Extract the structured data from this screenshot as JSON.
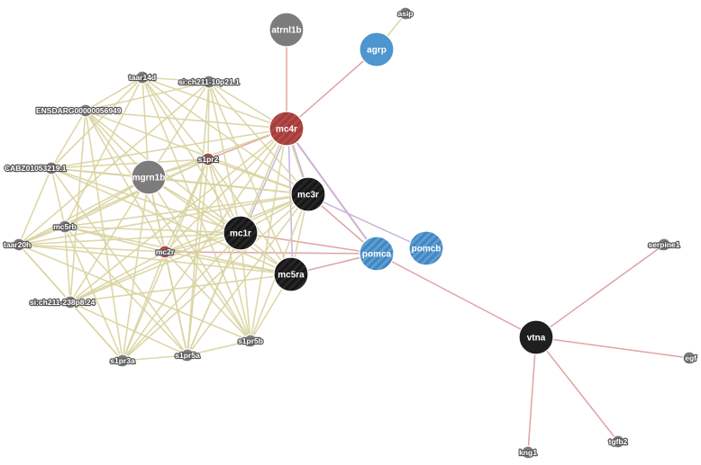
{
  "colors": {
    "gray": "#7c7c7c",
    "red": "#b34a47",
    "black": "#1f1f1f",
    "blue": "#4f95cf",
    "edge_coexpression": "#d9d3a0",
    "edge_physical": "#e0a3a3",
    "edge_pathway": "#c6b4dc"
  },
  "nodes": [
    {
      "id": "atrnl1b",
      "label": "atrnl1b",
      "color": "gray",
      "size": "large",
      "striped": false
    },
    {
      "id": "asip",
      "label": "asip",
      "color": "gray",
      "size": "small",
      "striped": false
    },
    {
      "id": "agrp",
      "label": "agrp",
      "color": "blue",
      "size": "large",
      "striped": false
    },
    {
      "id": "taar14d",
      "label": "taar14d",
      "color": "gray",
      "size": "small",
      "striped": false
    },
    {
      "id": "si-ch211-10p21.1",
      "label": "si:ch211-10p21.1",
      "color": "gray",
      "size": "small",
      "striped": false
    },
    {
      "id": "ENSDARG00000056949",
      "label": "ENSDARG00000056949",
      "color": "gray",
      "size": "small",
      "striped": false
    },
    {
      "id": "mc4r",
      "label": "mc4r",
      "color": "red",
      "size": "large",
      "striped": true
    },
    {
      "id": "CABZ01053219.1",
      "label": "CABZ01053219.1",
      "color": "gray",
      "size": "small",
      "striped": false
    },
    {
      "id": "s1pr2",
      "label": "s1pr2",
      "color": "red",
      "size": "small",
      "striped": false
    },
    {
      "id": "mgrn1b",
      "label": "mgrn1b",
      "color": "gray",
      "size": "large",
      "striped": false
    },
    {
      "id": "mc3r",
      "label": "mc3r",
      "color": "black",
      "size": "large",
      "striped": true
    },
    {
      "id": "mc5rb",
      "label": "mc5rb",
      "color": "gray",
      "size": "small",
      "striped": false
    },
    {
      "id": "mc1r",
      "label": "mc1r",
      "color": "black",
      "size": "large",
      "striped": true
    },
    {
      "id": "taar20h",
      "label": "taar20h",
      "color": "gray",
      "size": "small",
      "striped": false
    },
    {
      "id": "mc2r",
      "label": "mc2r",
      "color": "red",
      "size": "small",
      "striped": false
    },
    {
      "id": "pomca",
      "label": "pomca",
      "color": "blue",
      "size": "large",
      "striped": true
    },
    {
      "id": "pomcb",
      "label": "pomcb",
      "color": "blue",
      "size": "large",
      "striped": true
    },
    {
      "id": "mc5ra",
      "label": "mc5ra",
      "color": "black",
      "size": "large",
      "striped": true
    },
    {
      "id": "si-ch211-238p8.24",
      "label": "si:ch211-238p8.24",
      "color": "gray",
      "size": "small",
      "striped": false
    },
    {
      "id": "s1pr3a",
      "label": "s1pr3a",
      "color": "gray",
      "size": "small",
      "striped": false
    },
    {
      "id": "s1pr5a",
      "label": "s1pr5a",
      "color": "gray",
      "size": "small",
      "striped": false
    },
    {
      "id": "s1pr5b",
      "label": "s1pr5b",
      "color": "gray",
      "size": "small",
      "striped": false
    },
    {
      "id": "serpine1",
      "label": "serpine1",
      "color": "gray",
      "size": "small",
      "striped": false
    },
    {
      "id": "vtna",
      "label": "vtna",
      "color": "black",
      "size": "large",
      "striped": false
    },
    {
      "id": "egf",
      "label": "egf",
      "color": "gray",
      "size": "small",
      "striped": false
    },
    {
      "id": "kng1",
      "label": "kng1",
      "color": "gray",
      "size": "small",
      "striped": false
    },
    {
      "id": "tgfb2",
      "label": "tgfb2",
      "color": "gray",
      "size": "small",
      "striped": false
    }
  ],
  "edges": [
    {
      "source": "asip",
      "target": "agrp",
      "type": "coexpression"
    },
    {
      "source": "agrp",
      "target": "mc4r",
      "type": "physical"
    },
    {
      "source": "atrnl1b",
      "target": "mc4r",
      "type": "physical"
    },
    {
      "source": "mc4r",
      "target": "pomca",
      "type": "physical"
    },
    {
      "source": "mc4r",
      "target": "pomca",
      "type": "pathway"
    },
    {
      "source": "mc3r",
      "target": "pomca",
      "type": "physical"
    },
    {
      "source": "mc1r",
      "target": "pomca",
      "type": "physical"
    },
    {
      "source": "mc5ra",
      "target": "pomca",
      "type": "physical"
    },
    {
      "source": "mc2r",
      "target": "pomca",
      "type": "physical"
    },
    {
      "source": "mc4r",
      "target": "mc5ra",
      "type": "pathway"
    },
    {
      "source": "mc4r",
      "target": "mc1r",
      "type": "pathway"
    },
    {
      "source": "mc4r",
      "target": "mc3r",
      "type": "pathway"
    },
    {
      "source": "s1pr2",
      "target": "mc4r",
      "type": "physical"
    },
    {
      "source": "mc3r",
      "target": "pomcb",
      "type": "pathway"
    },
    {
      "source": "pomca",
      "target": "vtna",
      "type": "physical"
    },
    {
      "source": "vtna",
      "target": "serpine1",
      "type": "physical"
    },
    {
      "source": "vtna",
      "target": "egf",
      "type": "physical"
    },
    {
      "source": "vtna",
      "target": "kng1",
      "type": "physical"
    },
    {
      "source": "vtna",
      "target": "tgfb2",
      "type": "physical"
    },
    {
      "source": "taar14d",
      "target": "si-ch211-10p21.1",
      "type": "coexpression"
    },
    {
      "source": "taar14d",
      "target": "ENSDARG00000056949",
      "type": "coexpression"
    },
    {
      "source": "taar14d",
      "target": "mc4r",
      "type": "coexpression"
    },
    {
      "source": "taar14d",
      "target": "mgrn1b",
      "type": "coexpression"
    },
    {
      "source": "taar14d",
      "target": "mc1r",
      "type": "coexpression"
    },
    {
      "source": "taar14d",
      "target": "mc3r",
      "type": "coexpression"
    },
    {
      "source": "taar14d",
      "target": "s1pr2",
      "type": "coexpression"
    },
    {
      "source": "taar14d",
      "target": "CABZ01053219.1",
      "type": "coexpression"
    },
    {
      "source": "taar14d",
      "target": "mc5rb",
      "type": "coexpression"
    },
    {
      "source": "taar14d",
      "target": "s1pr5b",
      "type": "coexpression"
    },
    {
      "source": "si-ch211-10p21.1",
      "target": "ENSDARG00000056949",
      "type": "coexpression"
    },
    {
      "source": "si-ch211-10p21.1",
      "target": "mc4r",
      "type": "coexpression"
    },
    {
      "source": "si-ch211-10p21.1",
      "target": "s1pr2",
      "type": "coexpression"
    },
    {
      "source": "si-ch211-10p21.1",
      "target": "mgrn1b",
      "type": "coexpression"
    },
    {
      "source": "si-ch211-10p21.1",
      "target": "mc3r",
      "type": "coexpression"
    },
    {
      "source": "si-ch211-10p21.1",
      "target": "mc1r",
      "type": "coexpression"
    },
    {
      "source": "si-ch211-10p21.1",
      "target": "s1pr5a",
      "type": "coexpression"
    },
    {
      "source": "si-ch211-10p21.1",
      "target": "taar20h",
      "type": "coexpression"
    },
    {
      "source": "si-ch211-10p21.1",
      "target": "mc5ra",
      "type": "coexpression"
    },
    {
      "source": "ENSDARG00000056949",
      "target": "CABZ01053219.1",
      "type": "coexpression"
    },
    {
      "source": "ENSDARG00000056949",
      "target": "mc4r",
      "type": "coexpression"
    },
    {
      "source": "ENSDARG00000056949",
      "target": "mgrn1b",
      "type": "coexpression"
    },
    {
      "source": "ENSDARG00000056949",
      "target": "mc2r",
      "type": "coexpression"
    },
    {
      "source": "ENSDARG00000056949",
      "target": "mc1r",
      "type": "coexpression"
    },
    {
      "source": "ENSDARG00000056949",
      "target": "mc3r",
      "type": "coexpression"
    },
    {
      "source": "ENSDARG00000056949",
      "target": "s1pr3a",
      "type": "coexpression"
    },
    {
      "source": "ENSDARG00000056949",
      "target": "s1pr5b",
      "type": "coexpression"
    },
    {
      "source": "ENSDARG00000056949",
      "target": "si-ch211-238p8.24",
      "type": "coexpression"
    },
    {
      "source": "CABZ01053219.1",
      "target": "mc5rb",
      "type": "coexpression"
    },
    {
      "source": "CABZ01053219.1",
      "target": "taar20h",
      "type": "coexpression"
    },
    {
      "source": "CABZ01053219.1",
      "target": "mgrn1b",
      "type": "coexpression"
    },
    {
      "source": "CABZ01053219.1",
      "target": "mc1r",
      "type": "coexpression"
    },
    {
      "source": "CABZ01053219.1",
      "target": "mc3r",
      "type": "coexpression"
    },
    {
      "source": "CABZ01053219.1",
      "target": "s1pr2",
      "type": "coexpression"
    },
    {
      "source": "CABZ01053219.1",
      "target": "mc4r",
      "type": "coexpression"
    },
    {
      "source": "CABZ01053219.1",
      "target": "s1pr5a",
      "type": "coexpression"
    },
    {
      "source": "CABZ01053219.1",
      "target": "mc5ra",
      "type": "coexpression"
    },
    {
      "source": "mc5rb",
      "target": "taar20h",
      "type": "coexpression"
    },
    {
      "source": "mc5rb",
      "target": "mgrn1b",
      "type": "coexpression"
    },
    {
      "source": "mc5rb",
      "target": "mc2r",
      "type": "coexpression"
    },
    {
      "source": "mc5rb",
      "target": "mc1r",
      "type": "coexpression"
    },
    {
      "source": "mc5rb",
      "target": "mc3r",
      "type": "coexpression"
    },
    {
      "source": "mc5rb",
      "target": "mc5ra",
      "type": "coexpression"
    },
    {
      "source": "mc5rb",
      "target": "s1pr3a",
      "type": "coexpression"
    },
    {
      "source": "mc5rb",
      "target": "s1pr5a",
      "type": "coexpression"
    },
    {
      "source": "mc5rb",
      "target": "si-ch211-238p8.24",
      "type": "coexpression"
    },
    {
      "source": "mc5rb",
      "target": "s1pr2",
      "type": "coexpression"
    },
    {
      "source": "taar20h",
      "target": "si-ch211-238p8.24",
      "type": "coexpression"
    },
    {
      "source": "taar20h",
      "target": "mgrn1b",
      "type": "coexpression"
    },
    {
      "source": "taar20h",
      "target": "mc2r",
      "type": "coexpression"
    },
    {
      "source": "taar20h",
      "target": "mc1r",
      "type": "coexpression"
    },
    {
      "source": "taar20h",
      "target": "mc3r",
      "type": "coexpression"
    },
    {
      "source": "taar20h",
      "target": "mc5ra",
      "type": "coexpression"
    },
    {
      "source": "taar20h",
      "target": "s1pr2",
      "type": "coexpression"
    },
    {
      "source": "taar20h",
      "target": "s1pr5b",
      "type": "coexpression"
    },
    {
      "source": "taar20h",
      "target": "s1pr3a",
      "type": "coexpression"
    },
    {
      "source": "si-ch211-238p8.24",
      "target": "s1pr3a",
      "type": "coexpression"
    },
    {
      "source": "si-ch211-238p8.24",
      "target": "s1pr5a",
      "type": "coexpression"
    },
    {
      "source": "si-ch211-238p8.24",
      "target": "mc1r",
      "type": "coexpression"
    },
    {
      "source": "si-ch211-238p8.24",
      "target": "mc3r",
      "type": "coexpression"
    },
    {
      "source": "si-ch211-238p8.24",
      "target": "mc4r",
      "type": "coexpression"
    },
    {
      "source": "si-ch211-238p8.24",
      "target": "mc2r",
      "type": "coexpression"
    },
    {
      "source": "si-ch211-238p8.24",
      "target": "mgrn1b",
      "type": "coexpression"
    },
    {
      "source": "si-ch211-238p8.24",
      "target": "mc5ra",
      "type": "coexpression"
    },
    {
      "source": "s1pr3a",
      "target": "s1pr5a",
      "type": "coexpression"
    },
    {
      "source": "s1pr3a",
      "target": "mc2r",
      "type": "coexpression"
    },
    {
      "source": "s1pr3a",
      "target": "mgrn1b",
      "type": "coexpression"
    },
    {
      "source": "s1pr3a",
      "target": "mc1r",
      "type": "coexpression"
    },
    {
      "source": "s1pr3a",
      "target": "mc3r",
      "type": "coexpression"
    },
    {
      "source": "s1pr3a",
      "target": "s1pr2",
      "type": "coexpression"
    },
    {
      "source": "s1pr3a",
      "target": "mc4r",
      "type": "coexpression"
    },
    {
      "source": "s1pr5a",
      "target": "s1pr5b",
      "type": "coexpression"
    },
    {
      "source": "s1pr5a",
      "target": "mc1r",
      "type": "coexpression"
    },
    {
      "source": "s1pr5a",
      "target": "mc3r",
      "type": "coexpression"
    },
    {
      "source": "s1pr5a",
      "target": "mc4r",
      "type": "coexpression"
    },
    {
      "source": "s1pr5a",
      "target": "mgrn1b",
      "type": "coexpression"
    },
    {
      "source": "s1pr5a",
      "target": "s1pr2",
      "type": "coexpression"
    },
    {
      "source": "s1pr5a",
      "target": "mc2r",
      "type": "coexpression"
    },
    {
      "source": "s1pr5b",
      "target": "mc1r",
      "type": "coexpression"
    },
    {
      "source": "s1pr5b",
      "target": "mc3r",
      "type": "coexpression"
    },
    {
      "source": "s1pr5b",
      "target": "mc4r",
      "type": "coexpression"
    },
    {
      "source": "s1pr5b",
      "target": "mgrn1b",
      "type": "coexpression"
    },
    {
      "source": "s1pr5b",
      "target": "mc2r",
      "type": "coexpression"
    },
    {
      "source": "s1pr5b",
      "target": "s1pr2",
      "type": "coexpression"
    },
    {
      "source": "s1pr5b",
      "target": "mc5ra",
      "type": "coexpression"
    },
    {
      "source": "mgrn1b",
      "target": "mc3r",
      "type": "coexpression"
    },
    {
      "source": "mgrn1b",
      "target": "mc1r",
      "type": "coexpression"
    },
    {
      "source": "mgrn1b",
      "target": "mc4r",
      "type": "coexpression"
    },
    {
      "source": "mgrn1b",
      "target": "mc2r",
      "type": "coexpression"
    },
    {
      "source": "mgrn1b",
      "target": "s1pr2",
      "type": "coexpression"
    },
    {
      "source": "mgrn1b",
      "target": "mc5ra",
      "type": "coexpression"
    },
    {
      "source": "s1pr2",
      "target": "mc3r",
      "type": "coexpression"
    },
    {
      "source": "s1pr2",
      "target": "mc1r",
      "type": "coexpression"
    },
    {
      "source": "s1pr2",
      "target": "mc2r",
      "type": "coexpression"
    },
    {
      "source": "s1pr2",
      "target": "mc5ra",
      "type": "coexpression"
    },
    {
      "source": "mc2r",
      "target": "mc1r",
      "type": "coexpression"
    },
    {
      "source": "mc2r",
      "target": "mc3r",
      "type": "coexpression"
    },
    {
      "source": "mc2r",
      "target": "mc4r",
      "type": "coexpression"
    },
    {
      "source": "mc2r",
      "target": "mc5ra",
      "type": "coexpression"
    },
    {
      "source": "mc1r",
      "target": "mc3r",
      "type": "coexpression"
    },
    {
      "source": "mc1r",
      "target": "mc5ra",
      "type": "coexpression"
    },
    {
      "source": "mc3r",
      "target": "mc5ra",
      "type": "coexpression"
    },
    {
      "source": "mc3r",
      "target": "mc4r",
      "type": "coexpression"
    }
  ]
}
